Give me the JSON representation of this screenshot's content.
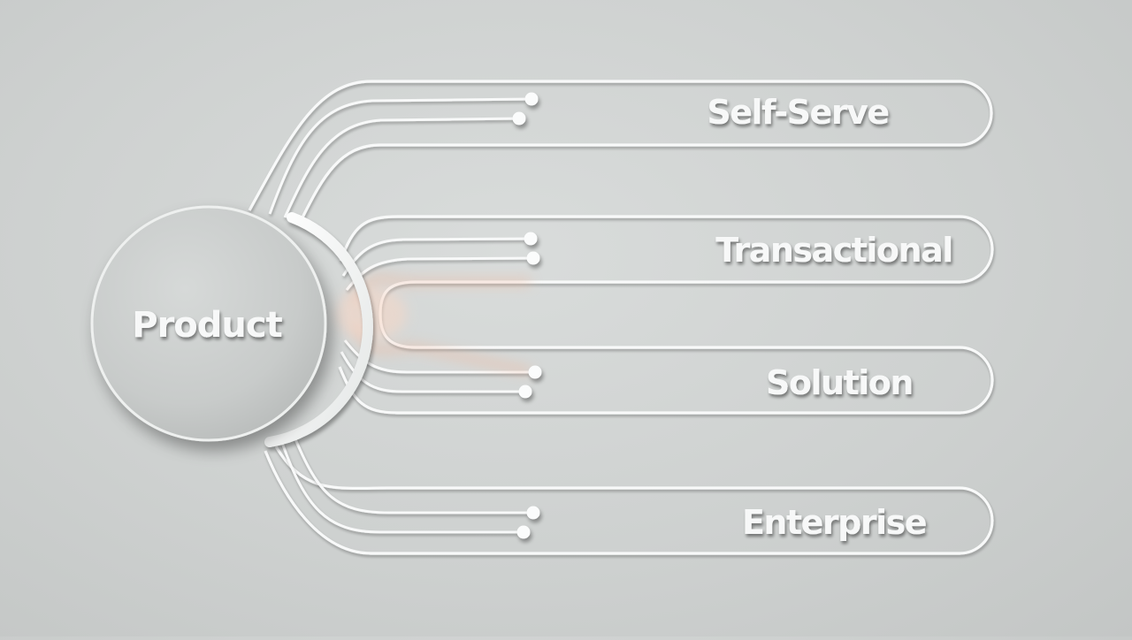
{
  "diagram": {
    "hub": {
      "label": "Product"
    },
    "branches": [
      {
        "id": "self-serve",
        "label": "Self-Serve"
      },
      {
        "id": "transactional",
        "label": "Transactional"
      },
      {
        "id": "solution",
        "label": "Solution"
      },
      {
        "id": "enterprise",
        "label": "Enterprise"
      }
    ],
    "colors": {
      "background": "#cfd2d1",
      "line": "#f8f9f9",
      "hub_fill": "#c9cccb",
      "glow": "#f5c9b5",
      "text": "#f7f8f8"
    }
  }
}
